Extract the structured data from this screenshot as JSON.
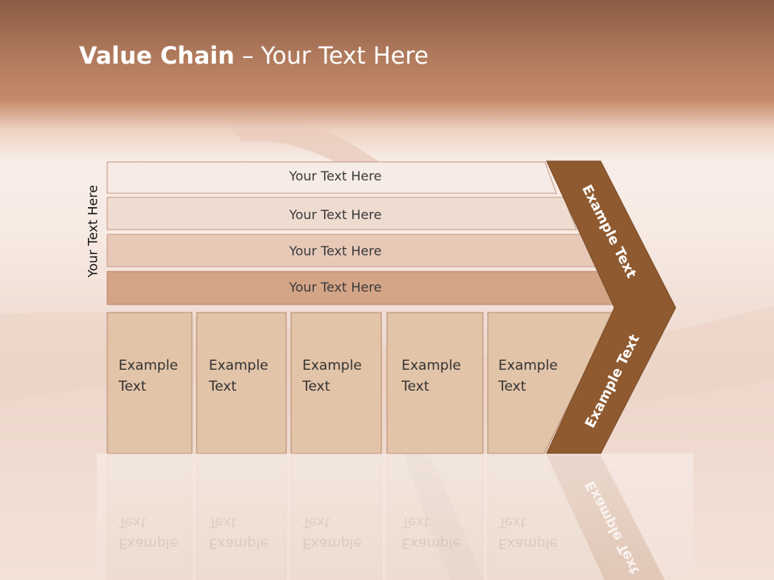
{
  "title": {
    "bold": "Value Chain",
    "rest": " – Your Text Here"
  },
  "side_label": "Your Text Here",
  "bars": [
    {
      "label": "Your Text Here"
    },
    {
      "label": "Your Text Here"
    },
    {
      "label": "Your Text Here"
    },
    {
      "label": "Your Text Here"
    }
  ],
  "boxes": [
    {
      "line1": "Example",
      "line2": "Text"
    },
    {
      "line1": "Example",
      "line2": "Text"
    },
    {
      "line1": "Example",
      "line2": "Text"
    },
    {
      "line1": "Example",
      "line2": "Text"
    },
    {
      "line1": "Example",
      "line2": "Text"
    }
  ],
  "arrow": {
    "upper": "Example Text",
    "lower": "Example Text"
  },
  "colors": {
    "arrow": "#8f5a30",
    "bar_fills": [
      "#f6ebe6",
      "#efdcd1",
      "#e8c9b8",
      "#d4a487"
    ],
    "box_fill": "#e2c4a8",
    "border": "#b78a72"
  }
}
